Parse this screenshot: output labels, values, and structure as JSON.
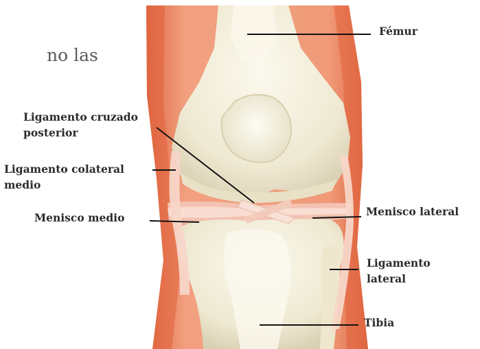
{
  "fragment_text": "no las",
  "labels": {
    "femur": "Fémur",
    "lcp_line1": "Ligamento cruzado",
    "lcp_line2": "posterior",
    "lcm_line1": "Ligamento colateral",
    "lcm_line2": "medio",
    "menisco_medio": "Menisco medio",
    "menisco_lateral": "Menisco lateral",
    "lig_lateral_line1": "Ligamento",
    "lig_lateral_line2": "lateral",
    "tibia": "Tibia"
  },
  "colors": {
    "background": "#ffffff",
    "skin": "#e8784f",
    "bone": "#f4f0de",
    "ligament": "#f6d2c4",
    "leader_line": "#111111"
  }
}
